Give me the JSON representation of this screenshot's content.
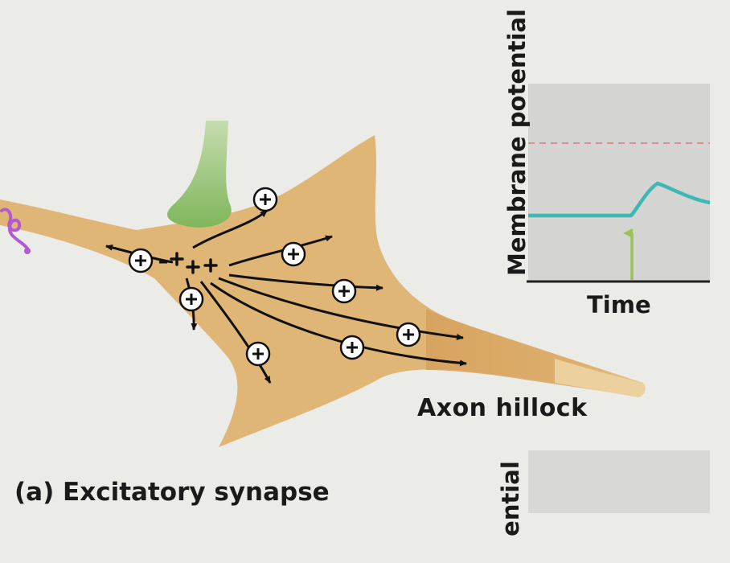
{
  "labels": {
    "axon_hillock": "Axon hillock",
    "caption": "(a) Excitatory synapse",
    "x_axis": "Time",
    "y_axis": "Membrane potential",
    "y_axis_partial": "ential"
  },
  "icons": {
    "positive_ion": "circle-plus-icon",
    "plus_sign": "plus-icon",
    "arrow": "arrow-icon"
  },
  "colors": {
    "neuron_body": "#e0b677",
    "presynaptic_terminal": "#8cbf6a",
    "graph_trace": "#3fb7b2",
    "threshold_line": "#dd8d8d",
    "stimulus_arrow": "#9ac45a",
    "graph_background": "#d4d4d2",
    "purple_dendrite": "#b45ad0"
  }
}
